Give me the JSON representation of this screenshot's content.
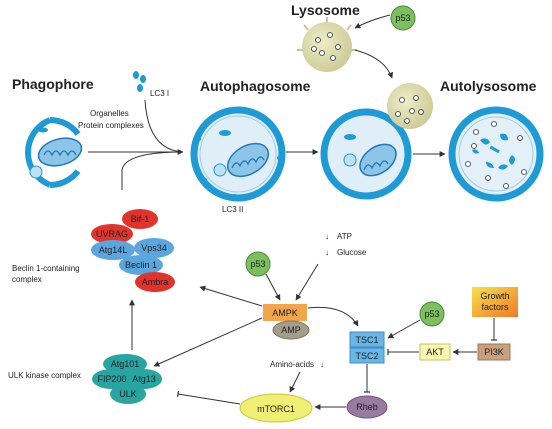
{
  "stages": {
    "lysosome": "Lysosome",
    "phagophore": "Phagophore",
    "autophagosome": "Autophagosome",
    "autolysosome": "Autolysosome"
  },
  "labels": {
    "organelles": "Organelles",
    "protein_complexes": "Protein complexes",
    "lc3_i": "LC3 I",
    "lc3_ii": "LC3 II",
    "atp": "ATP",
    "glucose": "Glucose",
    "amino_acids": "Amino-acids",
    "down_arrow": "↓",
    "beclin_complex_line1": "Beclin 1-containing",
    "beclin_complex_line2": "complex",
    "ulk_complex": "ULK kinase complex"
  },
  "proteins": {
    "p53": "p53",
    "bif1": "Bif-1",
    "uvrag": "UVRAG",
    "atg14l": "Atg14L",
    "vps34": "Vps34",
    "beclin1": "Beclin 1",
    "ambra": "Ambra",
    "ampk": "AMPK",
    "amp": "AMP",
    "tsc1": "TSC1",
    "tsc2": "TSC2",
    "akt": "AKT",
    "pi3k": "PI3K",
    "growth_line1": "Growth",
    "growth_line2": "factors",
    "rheb": "Rheb",
    "mtorc1": "mTORC1",
    "atg101": "Atg101",
    "fip200": "FIP200",
    "atg13": "Atg13",
    "ulk": "ULK"
  },
  "colors": {
    "membrane": "#1e9bd7",
    "lumen": "#dfeef7",
    "lysosome": "#d4d3a2",
    "p53": "#7cbf5f",
    "red_protein": "#e0332c",
    "blue_protein": "#5aa6dd",
    "ampk": "#f3a54a",
    "amp": "#a59c8a",
    "tsc": "#67b6e6",
    "akt": "#fbf7b0",
    "pi3k": "#c9a07d",
    "growth": "#f7c24a",
    "rheb": "#9a7aa2",
    "mtorc1": "#f0ef73",
    "ulk": "#28a5a2"
  }
}
